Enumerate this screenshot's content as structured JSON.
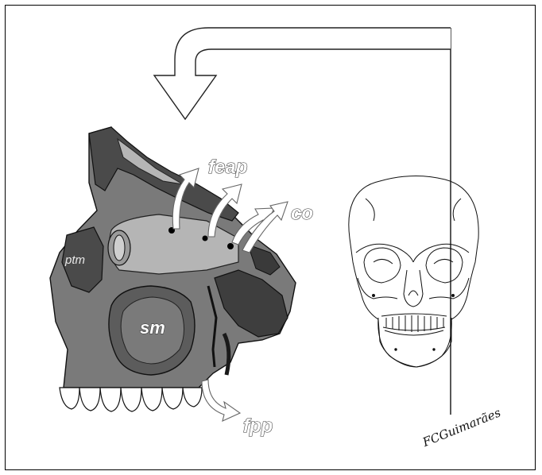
{
  "labels": {
    "feap": "feap",
    "co": "co",
    "ptm": "ptm",
    "sm": "sm",
    "fpp": "fpp"
  },
  "signature": "FCGuimarães",
  "colors": {
    "bone_dark": "#4a4a4a",
    "bone_mid": "#7a7a7a",
    "bone_light": "#b5b5b5",
    "outline": "#111111"
  },
  "icons": {
    "curved_arrow": "curved-down-arrow-icon",
    "airflow_arrows": "airflow-arrow-icon"
  }
}
